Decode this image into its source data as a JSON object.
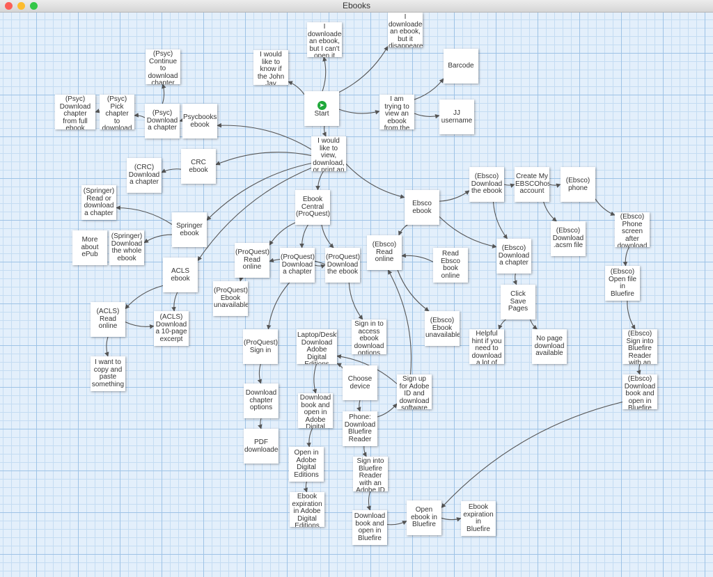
{
  "window": {
    "title": "Ebooks"
  },
  "colors": {
    "close": "#fc5f57",
    "minimize": "#fdbc2e",
    "zoom": "#33c748",
    "grid": "#e3effb",
    "edge": "#555555",
    "start_icon": "#1fa83a"
  },
  "nodes": [
    {
      "id": "start",
      "label": "Start",
      "icon": "start-arrow-icon"
    },
    {
      "id": "cant_open",
      "label": "I\ndownloaded\nan ebook,\nbut I can't\nopen it"
    },
    {
      "id": "disappeared",
      "label": "I\ndownloaded\nan ebook,\nbut it\ndisappeared"
    },
    {
      "id": "john_jay",
      "label": "I would\nlike to\nknow if\nthe John\nJay"
    },
    {
      "id": "barcode",
      "label": "Barcode"
    },
    {
      "id": "trying_view",
      "label": "I am\ntrying to\nview an\nebook\nfrom the"
    },
    {
      "id": "jj_username",
      "label": "JJ\nusername"
    },
    {
      "id": "psyc_continue",
      "label": "(Psyc)\nContinue\nto\ndownload\nchapter"
    },
    {
      "id": "psyc_pick",
      "label": "(Psyc)\nPick\nchapter\nto\ndownload"
    },
    {
      "id": "psyc_full",
      "label": "(Psyc)\nDownload\nchapter\nfrom full\nebook"
    },
    {
      "id": "psyc_chapter",
      "label": "(Psyc)\nDownload\na chapter"
    },
    {
      "id": "psycbooks",
      "label": "Psycbooks\nebook"
    },
    {
      "id": "view_download",
      "label": "I would\nlike to\nview,\ndownload,\nor print an"
    },
    {
      "id": "crc",
      "label": "CRC\nebook"
    },
    {
      "id": "crc_chapter",
      "label": "(CRC)\nDownload\na chapter"
    },
    {
      "id": "springer_read",
      "label": "(Springer)\nRead or\ndownload\na chapter"
    },
    {
      "id": "springer",
      "label": "Springer\nebook"
    },
    {
      "id": "more_epub",
      "label": "More\nabout\nePub"
    },
    {
      "id": "springer_whole",
      "label": "(Springer)\nDownload\nthe whole\nebook"
    },
    {
      "id": "ebook_central",
      "label": "Ebook\nCentral\n(ProQuest)"
    },
    {
      "id": "ebsco",
      "label": "Ebsco\nebook"
    },
    {
      "id": "ebsco_dl_ebook",
      "label": "(Ebsco)\nDownload\nthe ebook"
    },
    {
      "id": "create_account",
      "label": "Create My\nEBSCOhost\naccount"
    },
    {
      "id": "ebsco_phone",
      "label": "(Ebsco)\nphone"
    },
    {
      "id": "acsm",
      "label": "(Ebsco)\nDownload\n.acsm file"
    },
    {
      "id": "phone_screen",
      "label": "(Ebsco)\nPhone\nscreen\nafter\ndownload"
    },
    {
      "id": "acls",
      "label": "ACLS\nebook"
    },
    {
      "id": "pq_read",
      "label": "(ProQuest)\nRead\nonline"
    },
    {
      "id": "pq_chapter",
      "label": "(ProQuest)\nDownload\na chapter"
    },
    {
      "id": "pq_ebook",
      "label": "(ProQuest)\nDownload\nthe ebook"
    },
    {
      "id": "ebsco_read",
      "label": "(Ebsco)\nRead\nonline"
    },
    {
      "id": "read_ebsco_online",
      "label": "Read\nEbsco\nbook\nonline"
    },
    {
      "id": "ebsco_chapter",
      "label": "(Ebsco)\nDownload\na chapter"
    },
    {
      "id": "ebsco_open_bluefire",
      "label": "(Ebsco)\nOpen file\nin\nBluefire"
    },
    {
      "id": "pq_unavailable",
      "label": "(ProQuest)\nEbook\nunavailable"
    },
    {
      "id": "click_save",
      "label": "Click\nSave\nPages"
    },
    {
      "id": "acls_read",
      "label": "(ACLS)\nRead\nonline"
    },
    {
      "id": "acls_excerpt",
      "label": "(ACLS)\nDownload\na 10-page\nexcerpt"
    },
    {
      "id": "ebsco_unavailable",
      "label": "(Ebsco)\nEbook\nunavailable"
    },
    {
      "id": "helpful_hint",
      "label": "Helpful\nhint if you\nneed to\ndownload\na lot of"
    },
    {
      "id": "no_page",
      "label": "No page\ndownload\navailable"
    },
    {
      "id": "ebsco_signin_bluefire",
      "label": "(Ebsco)\nSign into\nBluefire\nReader\nwith an"
    },
    {
      "id": "pq_signin",
      "label": "(ProQuest)\nSign in"
    },
    {
      "id": "laptop",
      "label": "Laptop/Desktop:\nDownload\nAdobe Digital\nEditions"
    },
    {
      "id": "sign_access",
      "label": "Sign in to\naccess\nebook\ndownload\noptions"
    },
    {
      "id": "choose_device",
      "label": "Choose\ndevice"
    },
    {
      "id": "signup_adobe",
      "label": "Sign up\nfor Adobe\nID and\ndownload\nsoftware"
    },
    {
      "id": "ebsco_dl_open_bluefire",
      "label": "(Ebsco)\nDownload\nbook and\nopen in\nBluefire"
    },
    {
      "id": "copy_paste",
      "label": "I want to\ncopy and\npaste\nsomething"
    },
    {
      "id": "dl_chapter_options",
      "label": "Download\nchapter\noptions"
    },
    {
      "id": "dl_open_ade",
      "label": "Download\nbook and\nopen in\nAdobe\nDigital"
    },
    {
      "id": "phone_bluefire",
      "label": "Phone:\nDownload\nBluefire\nReader"
    },
    {
      "id": "pdf_downloaded",
      "label": "PDF\ndownloaded"
    },
    {
      "id": "open_ade",
      "label": "Open in\nAdobe\nDigital\nEditions"
    },
    {
      "id": "signin_bluefire_adobe",
      "label": "Sign into\nBluefire\nReader\nwith an\nAdobe ID"
    },
    {
      "id": "expiration_ade",
      "label": "Ebook\nexpiration\nin Adobe\nDigital\nEditions"
    },
    {
      "id": "dl_open_bluefire",
      "label": "Download\nbook and\nopen in\nBluefire"
    },
    {
      "id": "open_in_bluefire",
      "label": "Open\nebook in\nBluefire"
    },
    {
      "id": "expiration_bluefire",
      "label": "Ebook\nexpiration\nin\nBluefire"
    }
  ],
  "edges": [
    [
      "start",
      "john_jay"
    ],
    [
      "start",
      "cant_open"
    ],
    [
      "start",
      "disappeared"
    ],
    [
      "start",
      "trying_view"
    ],
    [
      "start",
      "view_download"
    ],
    [
      "trying_view",
      "barcode"
    ],
    [
      "trying_view",
      "jj_username"
    ],
    [
      "view_download",
      "psycbooks"
    ],
    [
      "view_download",
      "crc"
    ],
    [
      "view_download",
      "springer"
    ],
    [
      "view_download",
      "acls"
    ],
    [
      "view_download",
      "ebook_central"
    ],
    [
      "view_download",
      "ebsco"
    ],
    [
      "psycbooks",
      "psyc_chapter"
    ],
    [
      "psyc_chapter",
      "psyc_pick"
    ],
    [
      "psyc_chapter",
      "psyc_continue"
    ],
    [
      "psyc_pick",
      "psyc_full"
    ],
    [
      "crc",
      "crc_chapter"
    ],
    [
      "springer",
      "springer_read"
    ],
    [
      "springer",
      "springer_whole"
    ],
    [
      "acls",
      "acls_read"
    ],
    [
      "acls",
      "acls_excerpt"
    ],
    [
      "acls_read",
      "acls_excerpt"
    ],
    [
      "acls_read",
      "copy_paste"
    ],
    [
      "ebook_central",
      "pq_read"
    ],
    [
      "ebook_central",
      "pq_chapter"
    ],
    [
      "ebook_central",
      "pq_ebook"
    ],
    [
      "pq_read",
      "pq_unavailable"
    ],
    [
      "pq_chapter",
      "pq_signin"
    ],
    [
      "pq_ebook",
      "sign_access"
    ],
    [
      "pq_chapter",
      "pq_ebook"
    ],
    [
      "pq_signin",
      "dl_chapter_options"
    ],
    [
      "dl_chapter_options",
      "pdf_downloaded"
    ],
    [
      "laptop",
      "dl_open_ade"
    ],
    [
      "dl_open_ade",
      "open_ade"
    ],
    [
      "open_ade",
      "expiration_ade"
    ],
    [
      "choose_device",
      "laptop"
    ],
    [
      "choose_device",
      "phone_bluefire"
    ],
    [
      "phone_bluefire",
      "signin_bluefire_adobe"
    ],
    [
      "signin_bluefire_adobe",
      "dl_open_bluefire"
    ],
    [
      "dl_open_bluefire",
      "open_in_bluefire"
    ],
    [
      "open_in_bluefire",
      "expiration_bluefire"
    ],
    [
      "ebsco",
      "ebsco_read"
    ],
    [
      "ebsco",
      "ebsco_dl_ebook"
    ],
    [
      "ebsco",
      "ebsco_chapter"
    ],
    [
      "ebsco_dl_ebook",
      "create_account"
    ],
    [
      "create_account",
      "ebsco_phone"
    ],
    [
      "create_account",
      "acsm"
    ],
    [
      "ebsco_phone",
      "phone_screen"
    ],
    [
      "phone_screen",
      "ebsco_open_bluefire"
    ],
    [
      "ebsco_open_bluefire",
      "ebsco_signin_bluefire"
    ],
    [
      "ebsco_signin_bluefire",
      "ebsco_dl_open_bluefire"
    ],
    [
      "ebsco_dl_ebook",
      "ebsco_chapter"
    ],
    [
      "ebsco_chapter",
      "click_save"
    ],
    [
      "click_save",
      "helpful_hint"
    ],
    [
      "click_save",
      "no_page"
    ],
    [
      "ebsco_read",
      "ebsco_unavailable"
    ],
    [
      "read_ebsco_online",
      "ebsco_read"
    ],
    [
      "signup_adobe",
      "ebsco_read"
    ],
    [
      "signup_adobe",
      "laptop"
    ],
    [
      "ebsco_dl_open_bluefire",
      "open_in_bluefire"
    ],
    [
      "phone_bluefire",
      "signup_adobe"
    ],
    [
      "pq_ebook",
      "pq_read"
    ]
  ]
}
